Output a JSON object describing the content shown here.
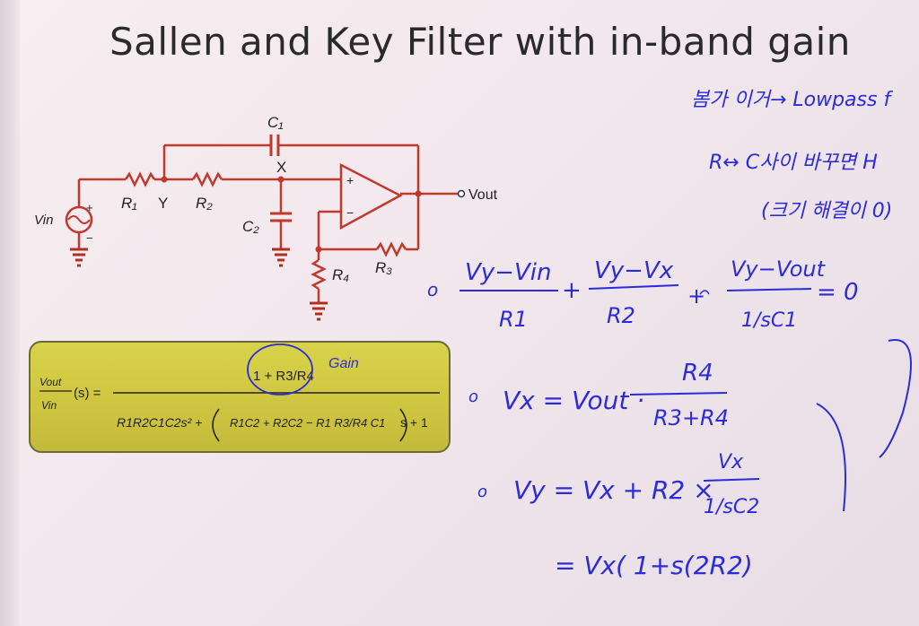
{
  "slide": {
    "title": "Sallen and Key Filter with in-band gain"
  },
  "circuit": {
    "labels": {
      "c1": "C₁",
      "x": "X",
      "r1": "R₁",
      "y": "Y",
      "r2": "R₂",
      "c2": "C₂",
      "r4": "R₄",
      "r3": "R₃",
      "vin": "Vin",
      "vin_plus": "+",
      "vin_minus": "−",
      "opamp_plus": "+",
      "opamp_minus": "−",
      "vout": "Vout"
    },
    "colors": {
      "wire": "#c0392b",
      "ground": "#b03020"
    }
  },
  "transfer_function": {
    "lhs_num": "Vout",
    "lhs_den": "Vin",
    "lhs_arg": "(s) =",
    "num": "1 + R3/R4",
    "den_part1": "R1R2C1C2s² +",
    "den_part2": "R1C2 + R2C2 − R1 R3/R4 C1",
    "den_part3": "s + 1",
    "box_color": "#d4cc44"
  },
  "handwriting": {
    "note_line1": "봄가 이거→ Lowpass f",
    "note_line2": "R↔ C사이 바꾸면 H",
    "note_line3": "(크기 해결이 0)",
    "gain_note": "Gain",
    "eq1_t1_num": "Vy−Vin",
    "eq1_t1_den": "R1",
    "eq1_op1": "+",
    "eq1_t2_num": "Vy−Vx",
    "eq1_t2_den": "R2",
    "eq1_op2": "+",
    "eq1_t3_num": "Vy−Vout",
    "eq1_t3_den": "1/sC1",
    "eq1_rhs": "= 0",
    "eq2_lhs": "Vx = Vout ·",
    "eq2_num": "R4",
    "eq2_den": "R3+R4",
    "eq3_lhs": "Vy = Vx + R2 ×",
    "eq3_num": "Vx",
    "eq3_den": "1/sC2",
    "eq4": "= Vx( 1+s(2R2)",
    "bullet": "o",
    "ink_color": "#2c2bd8"
  }
}
